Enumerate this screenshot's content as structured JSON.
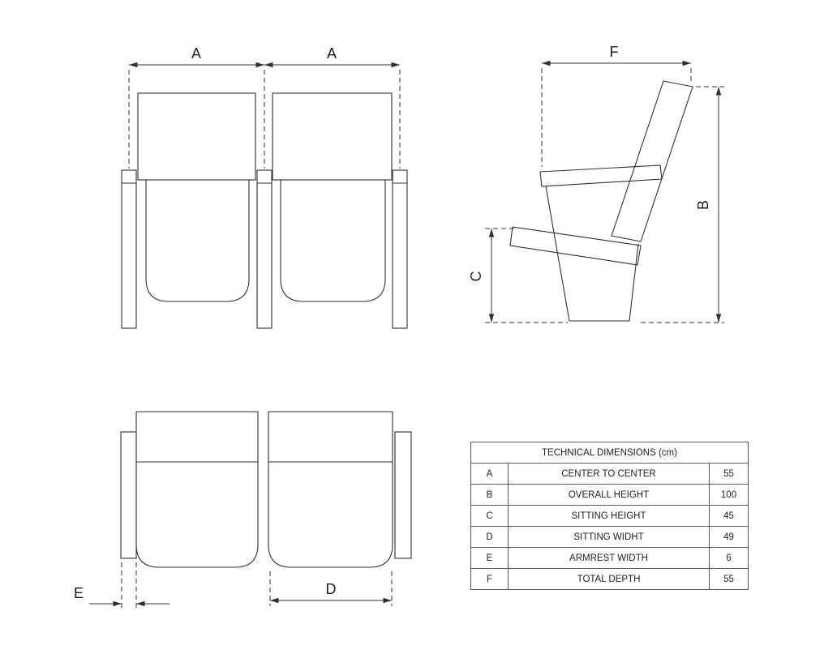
{
  "views": {
    "front": {
      "dim_left": "A",
      "dim_right": "A"
    },
    "side": {
      "dim_total_depth": "F",
      "dim_overall_height": "B",
      "dim_sitting_height": "C"
    },
    "plan": {
      "dim_armrest_width": "E",
      "dim_sitting_width": "D"
    }
  },
  "table": {
    "title": "TECHNICAL DIMENSIONS (cm)",
    "rows": [
      {
        "key": "A",
        "label": "CENTER TO CENTER",
        "value": "55"
      },
      {
        "key": "B",
        "label": "OVERALL HEIGHT",
        "value": "100"
      },
      {
        "key": "C",
        "label": "SITTING HEIGHT",
        "value": "45"
      },
      {
        "key": "D",
        "label": "SITTING WIDHT",
        "value": "49"
      },
      {
        "key": "E",
        "label": "ARMREST WIDTH",
        "value": "6"
      },
      {
        "key": "F",
        "label": "TOTAL DEPTH",
        "value": "55"
      }
    ]
  },
  "colors": {
    "line": "#303030",
    "text": "#1f1f1f",
    "table_border": "#5a5a5a"
  }
}
